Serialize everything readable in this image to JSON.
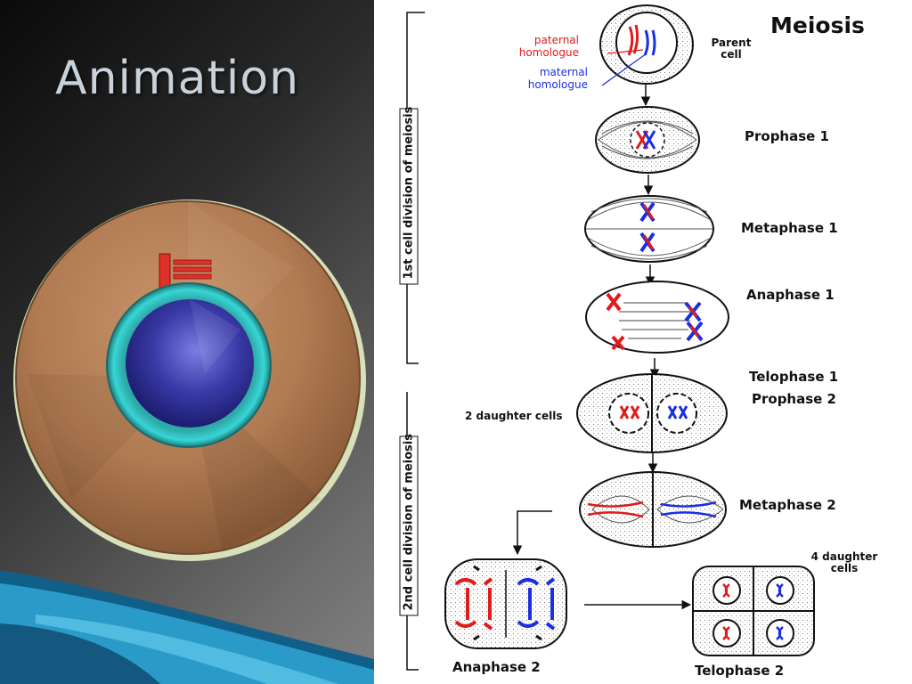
{
  "slide": {
    "title": "Animation"
  },
  "diagram": {
    "heading": "Meiosis",
    "side_labels": {
      "first_division": "1st cell division of meiosis",
      "second_division": "2nd cell division of meiosis"
    },
    "annotations": {
      "paternal": "paternal homologue",
      "maternal": "maternal homologue",
      "parent_cell": "Parent cell",
      "two_daughter_cells": "2 daughter cells",
      "four_daughter_cells": "4 daughter cells"
    },
    "stages": {
      "prophase1": "Prophase 1",
      "metaphase1": "Metaphase 1",
      "anaphase1": "Anaphase 1",
      "telophase1": "Telophase 1",
      "prophase2": "Prophase 2",
      "metaphase2": "Metaphase 2",
      "anaphase2": "Anaphase 2",
      "telophase2": "Telophase 2"
    },
    "colors": {
      "paternal": "#e01b1b",
      "maternal": "#1b2fe0"
    }
  }
}
